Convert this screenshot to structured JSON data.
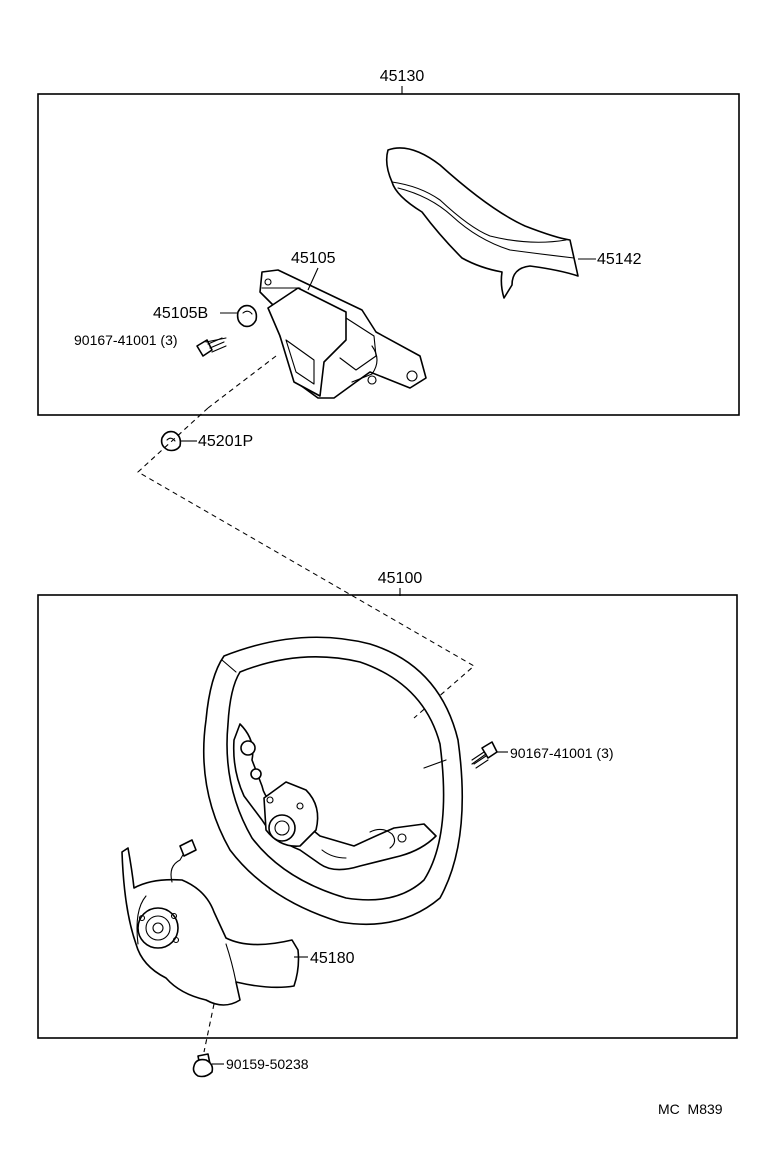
{
  "groups": {
    "upper": {
      "part_no": "45130"
    },
    "lower": {
      "part_no": "45100"
    }
  },
  "parts": {
    "pad_cover": "45142",
    "horn_pad": "45105",
    "bracket": "45105B",
    "screw_upper": "90167-41001 (3)",
    "nut": "45201P",
    "screw_lower": "90167-41001 (3)",
    "lower_cover": "45180",
    "bolt": "90159-50238"
  },
  "figure_code": "MC  M839"
}
